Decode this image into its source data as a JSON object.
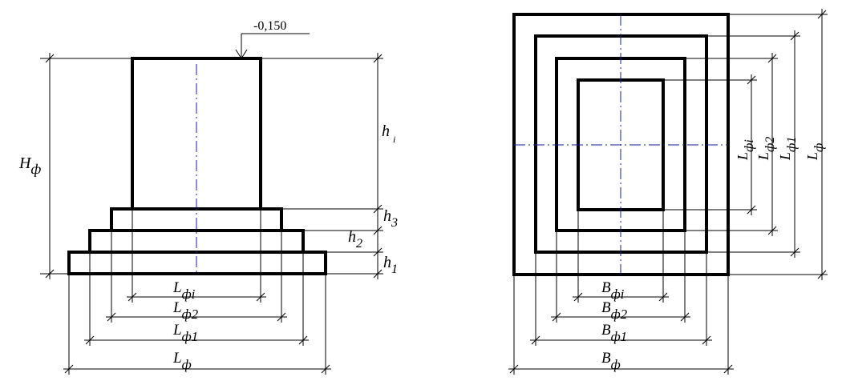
{
  "elevation": "-0,150",
  "section_view": {
    "height_label": {
      "main": "H",
      "sub": "ф"
    },
    "heights": [
      {
        "main": "h",
        "sub": "i"
      },
      {
        "main": "h",
        "sub": "3"
      },
      {
        "main": "h",
        "sub": "2"
      },
      {
        "main": "h",
        "sub": "1"
      }
    ],
    "length_dims": [
      {
        "main": "L",
        "sub": "фi"
      },
      {
        "main": "L",
        "sub": "ф2"
      },
      {
        "main": "L",
        "sub": "ф1"
      },
      {
        "main": "L",
        "sub": "ф"
      }
    ]
  },
  "plan_view": {
    "width_dims": [
      {
        "main": "B",
        "sub": "фi"
      },
      {
        "main": "B",
        "sub": "ф2"
      },
      {
        "main": "B",
        "sub": "ф1"
      },
      {
        "main": "B",
        "sub": "ф"
      }
    ],
    "length_dims": [
      {
        "main": "L",
        "sub": "фi"
      },
      {
        "main": "L",
        "sub": "ф2"
      },
      {
        "main": "L",
        "sub": "ф1"
      },
      {
        "main": "L",
        "sub": "ф"
      }
    ]
  }
}
